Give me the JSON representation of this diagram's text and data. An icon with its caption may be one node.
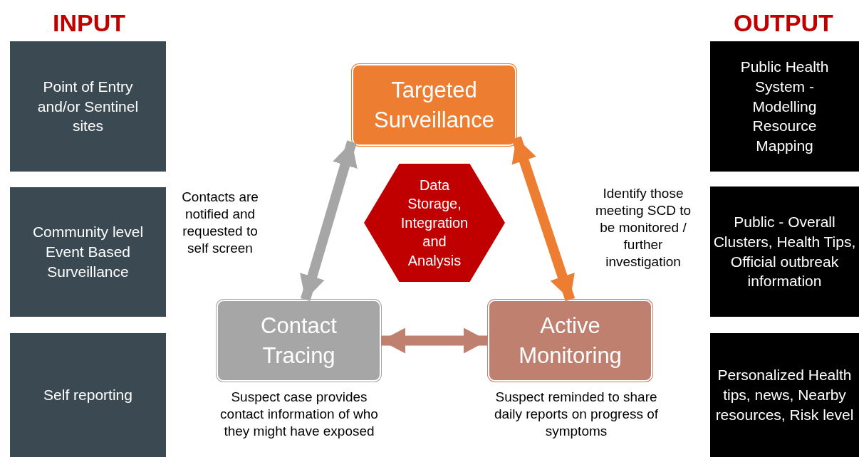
{
  "diagram": {
    "nodes": [
      {
        "text": [
          "Point of Entry and/or Sentinel sites"
        ]
      },
      {
        "text": [
          "Community level Event Based Surveillance"
        ]
      },
      {
        "text": [
          "Self reporting"
        ]
      },
      {
        "text": [
          "Public Health System - Modelling Resource Mapping"
        ]
      },
      {
        "text": [
          "Public - Overall Clusters, Health Tips, Official outbreak information"
        ]
      },
      {
        "text": [
          "Personalized Health tips, news, Nearby resources, Risk level"
        ]
      },
      {
        "text": [
          "Targeted Surveillance"
        ]
      },
      {
        "text": [
          "Data Storage, Integration and Analysis"
        ]
      },
      {
        "text": [
          "Contact Tracing"
        ],
        "beside": [
          "Suspect case provides contact information of who they might have exposed"
        ]
      },
      {
        "text": [
          "Active Monitoring"
        ],
        "beside": [
          "Suspect reminded to share daily reports on progress of symptoms"
        ]
      }
    ],
    "edges": [
      {
        "from": 8,
        "to": 6,
        "arrow": "both",
        "label": "Contacts are notified and requested to self screen",
        "color": "#a6a6a6"
      },
      {
        "from": 6,
        "to": 9,
        "arrow": "both",
        "label": "Identify those meeting SCD to be monitored / further investigation",
        "color": "#ed7d31"
      },
      {
        "from": 8,
        "to": 9,
        "arrow": "both",
        "color": "#c0806f"
      }
    ],
    "labels": [
      "INPUT",
      "OUTPUT"
    ]
  }
}
